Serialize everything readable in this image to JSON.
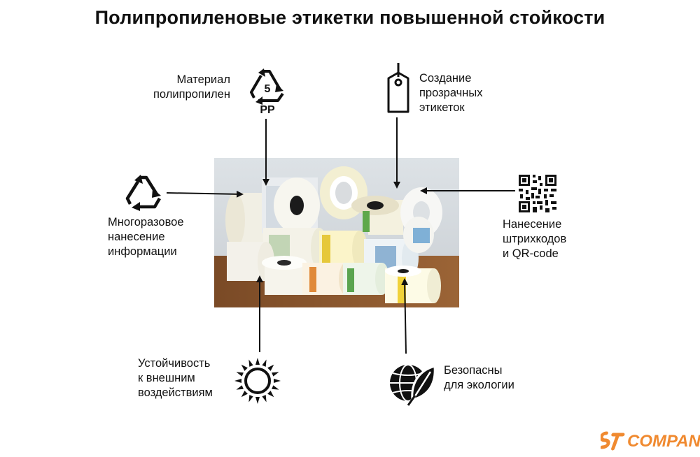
{
  "title": "Полипропиленовые этикетки повышенной стойкости",
  "features": {
    "material": {
      "lines": [
        "Материал",
        "полипропилен"
      ],
      "icon": "recycle-pp-icon",
      "code": "5",
      "abbr": "PP"
    },
    "transparent": {
      "lines": [
        "Создание",
        "прозрачных",
        "этикеток"
      ],
      "icon": "tag-icon"
    },
    "reusable": {
      "lines": [
        "Многоразовое",
        "нанесение",
        "информации"
      ],
      "icon": "recycle-icon"
    },
    "barcodes": {
      "lines": [
        "Нанесение",
        "штрихкодов",
        "и QR-code"
      ],
      "icon": "qr-code-icon"
    },
    "resistance": {
      "lines": [
        "Устойчивость",
        "к внешним",
        "воздействиям"
      ],
      "icon": "sun-icon"
    },
    "eco": {
      "lines": [
        "Безопасны",
        "для экологии"
      ],
      "icon": "globe-leaf-icon"
    }
  },
  "logo": {
    "text": "COMPANY",
    "color": "#f08a30"
  },
  "colors": {
    "text": "#111111",
    "accent": "#f08a30"
  }
}
